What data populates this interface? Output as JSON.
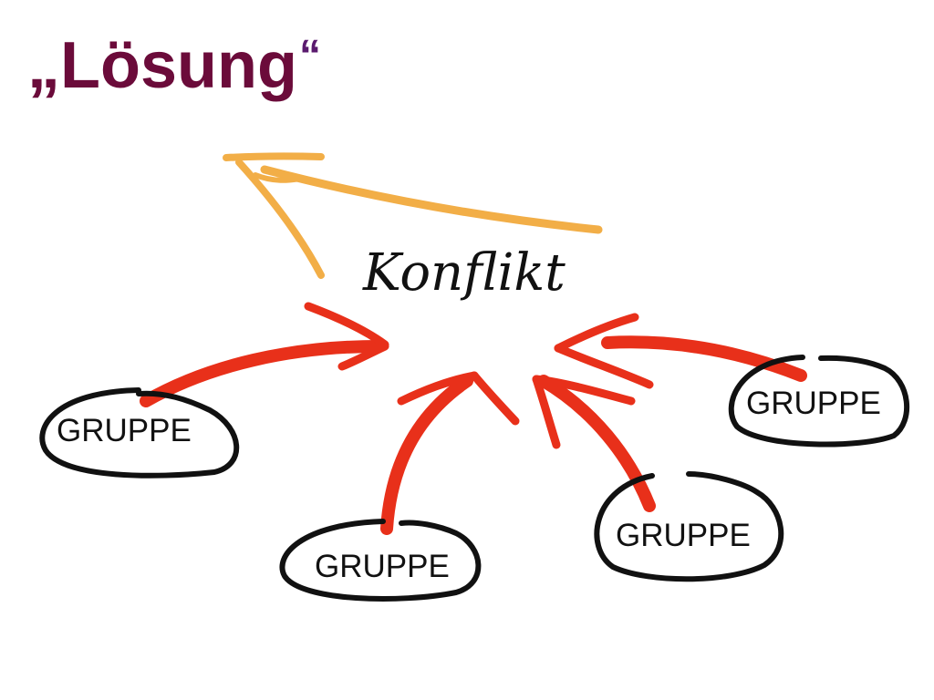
{
  "slide": {
    "title_open_quote": "„",
    "title_word": "Lösung",
    "title_close_quote": "“"
  },
  "diagram": {
    "center_label": "Konflikt",
    "groups": [
      {
        "label": "GRUPPE"
      },
      {
        "label": "GRUPPE"
      },
      {
        "label": "GRUPPE"
      },
      {
        "label": "GRUPPE"
      }
    ]
  },
  "colors": {
    "title": "#6b0b3a",
    "close_quote": "#5a1a6e",
    "arrow_red": "#e8301a",
    "arrow_orange": "#f2ae47",
    "ellipse_stroke": "#111111"
  }
}
